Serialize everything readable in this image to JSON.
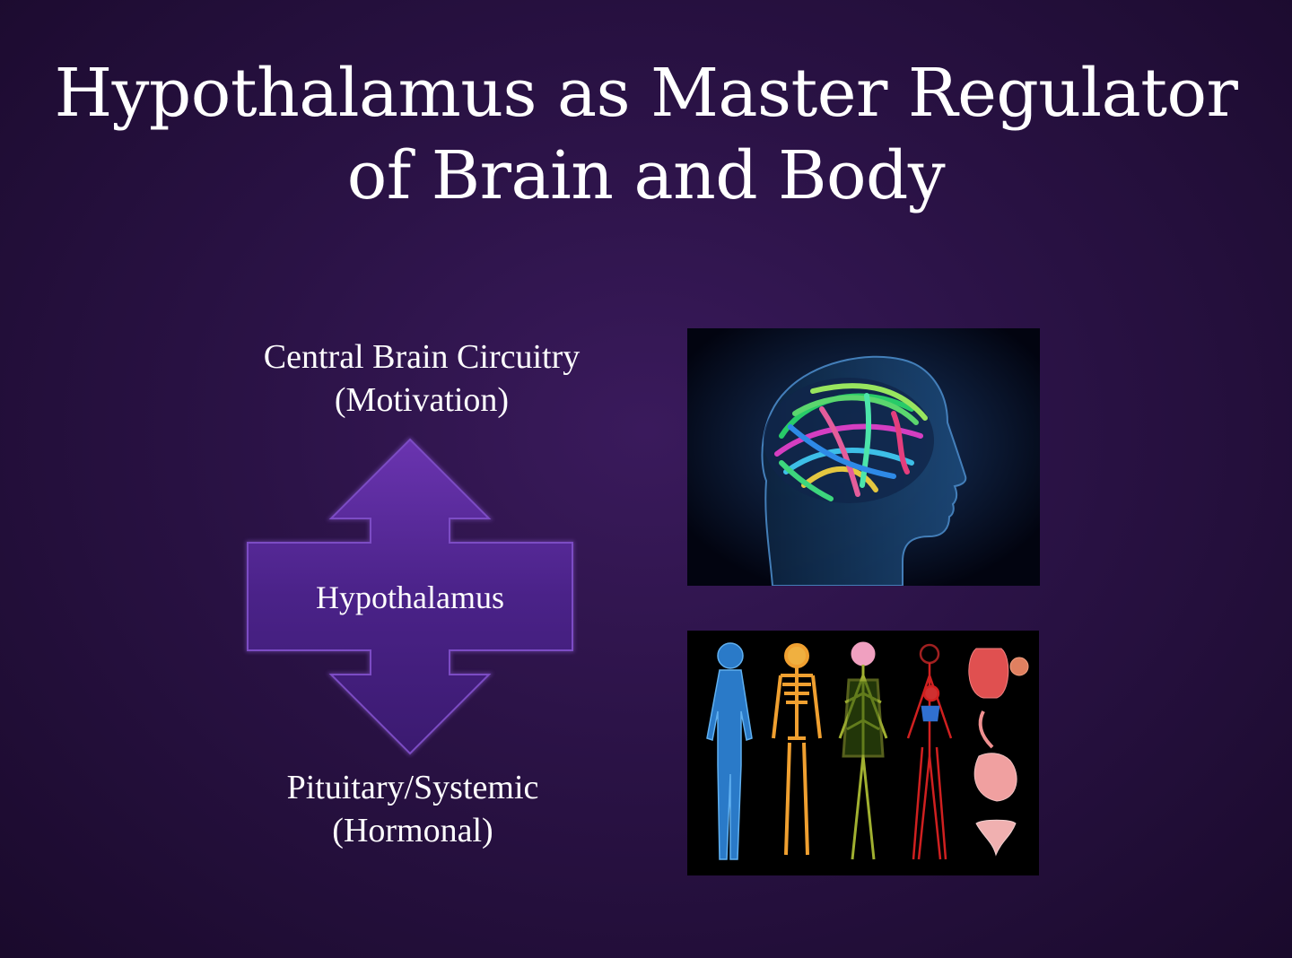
{
  "slide": {
    "title_line1": "Hypothalamus as Master Regulator",
    "title_line2": "of Brain and Body"
  },
  "diagram": {
    "top_label_line1": "Central Brain Circuitry",
    "top_label_line2": "(Motivation)",
    "center_label": "Hypothalamus",
    "bottom_label_line1": "Pituitary/Systemic",
    "bottom_label_line2": "(Hormonal)",
    "arrow_color": "#4a2280",
    "arrow_highlight": "#6a3aa8"
  },
  "images": {
    "brain_image_icon": "head-brain-tractography-icon",
    "body_image_icon": "body-systems-anatomy-icon"
  }
}
